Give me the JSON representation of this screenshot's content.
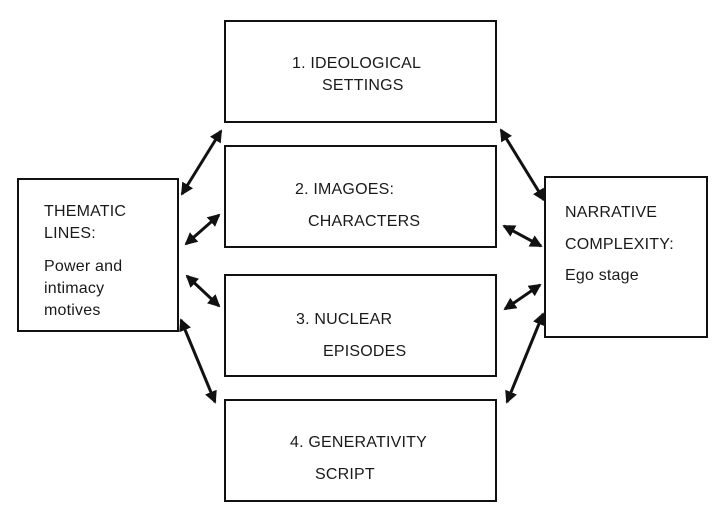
{
  "boxes": {
    "ideological": {
      "line1": "1. IDEOLOGICAL",
      "line2": "SETTINGS"
    },
    "imagoes": {
      "line1": "2. IMAGOES:",
      "line2": "CHARACTERS"
    },
    "nuclear": {
      "line1": "3. NUCLEAR",
      "line2": "EPISODES"
    },
    "generativity": {
      "line1": "4. GENERATIVITY",
      "line2": "SCRIPT"
    },
    "thematic": {
      "line1": "THEMATIC",
      "line2": "LINES:",
      "line3": "Power and",
      "line4": "intimacy",
      "line5": "motives"
    },
    "narrative": {
      "line1": "NARRATIVE",
      "line2": "COMPLEXITY:",
      "line3": "Ego stage"
    }
  }
}
